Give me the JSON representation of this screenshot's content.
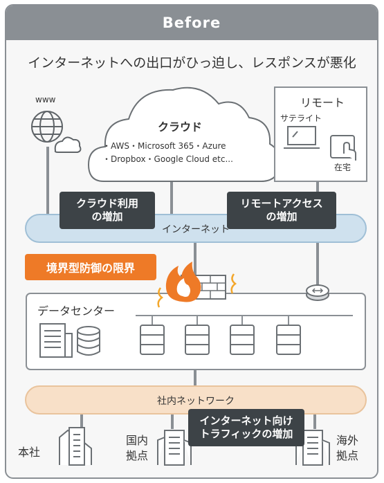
{
  "header": {
    "title": "Before"
  },
  "subtitle": "インターネットへの出口がひっ迫し、レスポンスが悪化",
  "www": {
    "label": "www"
  },
  "cloud": {
    "title": "クラウド",
    "line1": "・AWS・Microsoft 365・Azure",
    "line2": "・Dropbox・Google Cloud etc..."
  },
  "remote": {
    "title": "リモート",
    "satellite": "サテライト",
    "home": "在宅"
  },
  "internet": {
    "label": "インターネット"
  },
  "callouts": {
    "cloud_use": [
      "クラウド利用",
      "の増加"
    ],
    "remote_access": [
      "リモートアクセス",
      "の増加"
    ],
    "internet_traffic": [
      "インターネット向け",
      "トラフィックの増加"
    ]
  },
  "limit": {
    "label": "境界型防御の限界"
  },
  "datacenter": {
    "label": "データセンター"
  },
  "lan": {
    "label": "社内ネットワーク"
  },
  "sites": {
    "hq": "本社",
    "domestic": [
      "国内",
      "拠点"
    ],
    "overseas": [
      "海外",
      "拠点"
    ]
  },
  "colors": {
    "frame": "#8a8f94",
    "internet_band": "#cfe1ee",
    "lan_band": "#f8e0c8",
    "callout_dark": "#3d4347",
    "accent_orange": "#ee7a27"
  }
}
